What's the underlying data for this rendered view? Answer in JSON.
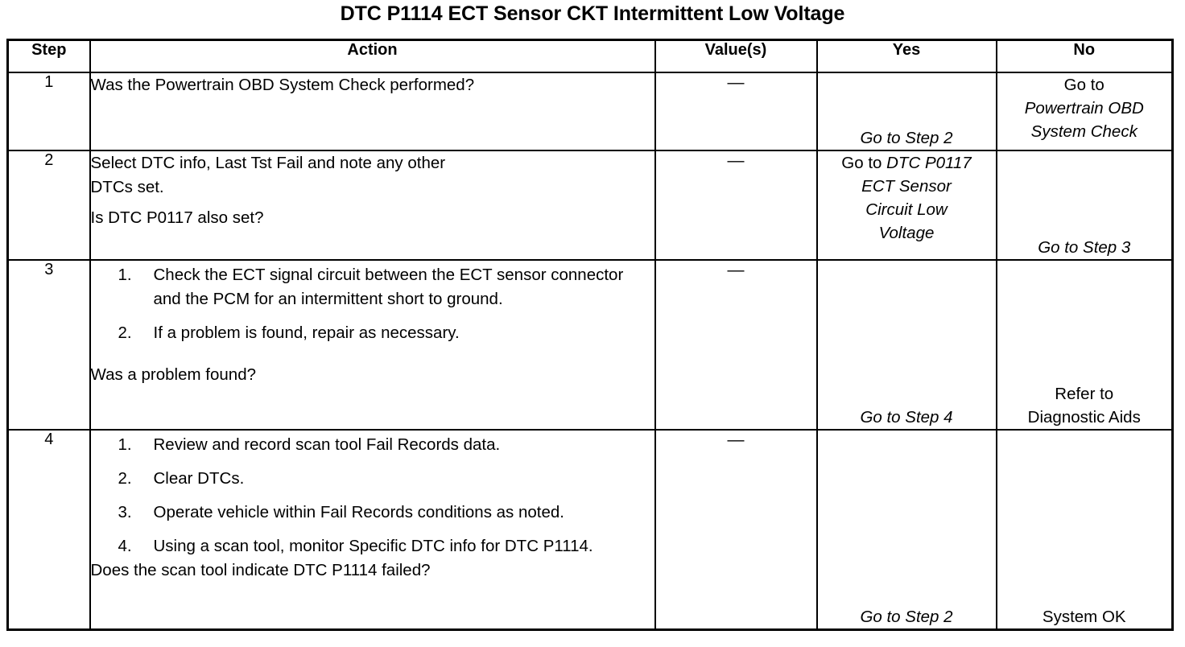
{
  "title": "DTC P1114 ECT Sensor CKT Intermittent Low Voltage",
  "table": {
    "headers": {
      "step": "Step",
      "action": "Action",
      "value": "Value(s)",
      "yes": "Yes",
      "no": "No"
    },
    "rows": [
      {
        "step": "1",
        "action": {
          "question": "Was the Powertrain OBD System Check performed?",
          "list": []
        },
        "value": "—",
        "yes": {
          "lead": "",
          "italic_lines": [
            "Go to Step 2"
          ],
          "plain_lines": []
        },
        "no": {
          "lead": "Go to",
          "italic_lines": [
            "Powertrain OBD",
            "System Check"
          ],
          "plain_lines": []
        }
      },
      {
        "step": "2",
        "action": {
          "line1": "Select DTC info, Last Tst Fail and note any other",
          "line2": "DTCs set.",
          "question": "Is DTC P0117 also set?",
          "list": []
        },
        "value": "—",
        "yes": {
          "lead": "Go to",
          "italic_lines": [
            "DTC P0117",
            "ECT Sensor",
            "Circuit Low",
            "Voltage"
          ],
          "plain_lines": []
        },
        "no": {
          "lead": "",
          "italic_lines": [
            "Go to Step 3"
          ],
          "plain_lines": []
        }
      },
      {
        "step": "3",
        "action": {
          "list": [
            {
              "num": "1.",
              "text": "Check the ECT signal circuit between the ECT sensor connector and the PCM for an intermittent short to ground."
            },
            {
              "num": "2.",
              "text": "If a problem is found, repair as necessary."
            }
          ],
          "question": "Was a problem found?"
        },
        "value": "—",
        "yes": {
          "lead": "",
          "italic_lines": [
            "Go to Step 4"
          ],
          "plain_lines": []
        },
        "no": {
          "lead": "",
          "italic_lines": [],
          "plain_lines": [
            "Refer to",
            "Diagnostic Aids"
          ]
        }
      },
      {
        "step": "4",
        "action": {
          "list": [
            {
              "num": "1.",
              "text": "Review and record scan tool Fail Records data."
            },
            {
              "num": "2.",
              "text": "Clear DTCs."
            },
            {
              "num": "3.",
              "text": "Operate vehicle within Fail Records conditions as noted."
            },
            {
              "num": "4.",
              "text": "Using a scan tool, monitor Specific DTC info for DTC P1114."
            }
          ],
          "question": "Does the scan tool indicate DTC P1114 failed?"
        },
        "value": "—",
        "yes": {
          "lead": "",
          "italic_lines": [
            "Go to Step 2"
          ],
          "plain_lines": []
        },
        "no": {
          "lead": "",
          "italic_lines": [],
          "plain_lines": [
            "System OK"
          ]
        }
      }
    ]
  }
}
